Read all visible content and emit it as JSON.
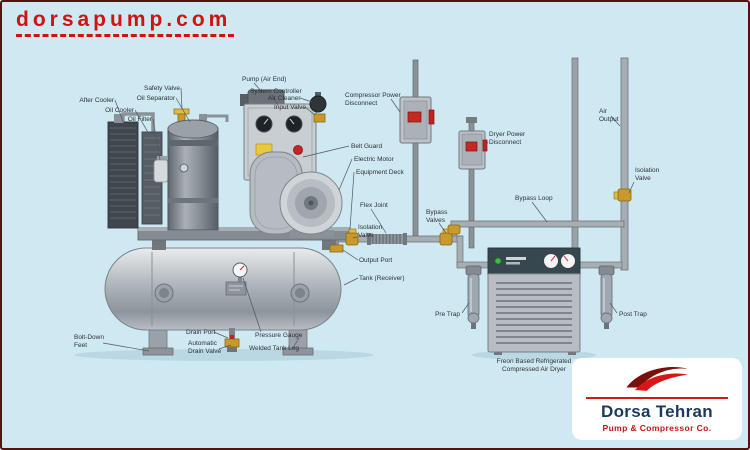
{
  "theme": {
    "background": "#cfe9f3",
    "frame_border": "#531410",
    "accent_red": "#cf1313",
    "brass": "#c9992c",
    "machine_gray": "#b7bdc2",
    "dryer_top": "#37474f",
    "power_light_green": "#35c23a",
    "label_color": "#2c3034"
  },
  "header": {
    "site_url": "dorsapump.com"
  },
  "diagram": {
    "subject": "rotary-screw-air-compressor-system",
    "labels": {
      "after_cooler": "After Cooler",
      "oil_cooler": "Oil Cooler",
      "oil_filter": "Oil Filter",
      "safety_valve": "Safety Valve",
      "oil_separator": "Oil Separator",
      "pump_air_end": "Pump (Air End)",
      "system_controller": "System Controller",
      "air_cleaner": "Air Cleaner",
      "input_valve": "Input Valve",
      "compressor_power_disconnect": [
        "Compressor Power",
        "Disconnect"
      ],
      "dryer_power_disconnect": [
        "Dryer Power",
        "Disconnect"
      ],
      "air_output": [
        "Air",
        "Output"
      ],
      "belt_guard": "Belt Guard",
      "electric_motor": "Electric Motor",
      "equipment_deck": "Equipment Deck",
      "flex_joint": "Flex Joint",
      "isolation_valve": [
        "Isolation",
        "Valve"
      ],
      "bypass_loop": "Bypass Loop",
      "bypass_valves": [
        "Bypass",
        "Valves"
      ],
      "output_port": "Output Port",
      "tank_receiver": "Tank (Receiver)",
      "pre_trap": "Pre Trap",
      "post_trap": "Post Trap",
      "dryer_caption": [
        "Freon Based Refrigerated",
        "Compressed Air Dryer"
      ],
      "pressure_gauge": "Pressure Gauge",
      "welded_tank_leg": "Welded Tank Leg",
      "drain_port": "Drain Port",
      "automatic_drain_valve": [
        "Automatic",
        "Drain Valve"
      ],
      "bolt_down_feet": [
        "Bolt-Down",
        "Feet"
      ]
    }
  },
  "logo": {
    "mark_icon": "red-wave-swoosh",
    "title": "Dorsa Tehran",
    "subtitle": "Pump & Compressor Co."
  }
}
